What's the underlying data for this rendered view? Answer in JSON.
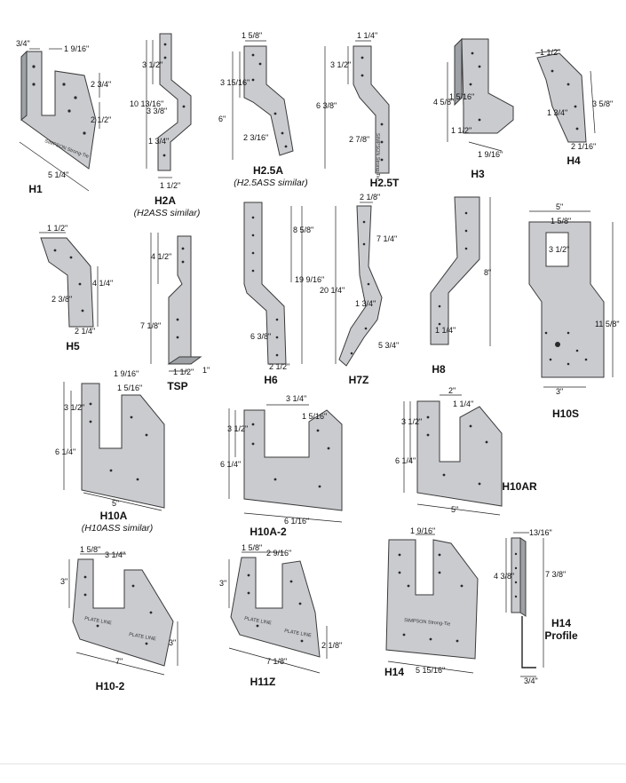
{
  "items": [
    {
      "id": "h1",
      "caption": "H1",
      "dims": [
        "3/4\"",
        "1 9/16\"",
        "2 3/4\"",
        "2 1/2\"",
        "5 1/4\""
      ],
      "stamp": "SIMPSON Strong-Tie"
    },
    {
      "id": "h2a",
      "caption": "H2A",
      "subcaption": "(H2ASS similar)",
      "dims": [
        "3 1/2\"",
        "10 13/16\"",
        "3 3/8\"",
        "1 3/4\"",
        "1 1/2\""
      ]
    },
    {
      "id": "h25a",
      "caption": "H2.5A",
      "subcaption": "(H2.5ASS similar)",
      "dims": [
        "1 5/8\"",
        "3 15/16\"",
        "6\"",
        "2 3/16\""
      ]
    },
    {
      "id": "h25t",
      "caption": "H2.5T",
      "dims": [
        "1 1/4\"",
        "3 1/2\"",
        "6 3/8\"",
        "2 7/8\""
      ],
      "stamp": "SIMPSON Strong-Tie"
    },
    {
      "id": "h3",
      "caption": "H3",
      "dims": [
        "1 5/16\"",
        "4 5/8\"",
        "1 1/2\"",
        "1 9/16\""
      ]
    },
    {
      "id": "h4",
      "caption": "H4",
      "dims": [
        "1 1/2\"",
        "3 5/8\"",
        "1 3/4\"",
        "2 1/16\""
      ]
    },
    {
      "id": "h5",
      "caption": "H5",
      "dims": [
        "1 1/2\"",
        "4 1/4\"",
        "2 3/8\"",
        "2 1/4\""
      ]
    },
    {
      "id": "tsp",
      "caption": "TSP",
      "dims": [
        "4 1/2\"",
        "7 1/8\"",
        "1 1/2\"",
        "1\""
      ]
    },
    {
      "id": "h6",
      "caption": "H6",
      "dims": [
        "8 5/8\"",
        "19 9/16\"",
        "6 3/8\"",
        "2 1/2\""
      ]
    },
    {
      "id": "h7z",
      "caption": "H7Z",
      "dims": [
        "2 1/8\"",
        "7 1/4\"",
        "20 1/4\"",
        "1 3/4\"",
        "5 3/4\""
      ]
    },
    {
      "id": "h8",
      "caption": "H8",
      "dims": [
        "8\"",
        "1 1/4\""
      ]
    },
    {
      "id": "h10s",
      "caption": "H10S",
      "dims": [
        "5\"",
        "1 5/8\"",
        "3 1/2\"",
        "11 5/8\"",
        "3\""
      ]
    },
    {
      "id": "h10a",
      "caption": "H10A",
      "subcaption": "(H10ASS similar)",
      "dims": [
        "1 9/16\"",
        "1 5/16\"",
        "3 1/2\"",
        "6 1/4\"",
        "5\""
      ]
    },
    {
      "id": "h10a2",
      "caption": "H10A-2",
      "dims": [
        "3 1/4\"",
        "1 5/16\"",
        "3 1/2\"",
        "6 1/4\"",
        "6 1/16\""
      ]
    },
    {
      "id": "h10ar",
      "caption": "H10AR",
      "dims": [
        "2\"",
        "1 1/4\"",
        "3 1/2\"",
        "6 1/4\"",
        "5\""
      ]
    },
    {
      "id": "h102",
      "caption": "H10-2",
      "dims": [
        "1 5/8\"",
        "3 1/4\"",
        "3\"",
        "3\"",
        "7\""
      ],
      "stamps": [
        "PLATE LINE",
        "PLATE LINE"
      ]
    },
    {
      "id": "h11z",
      "caption": "H11Z",
      "dims": [
        "1 5/8\"",
        "2 9/16\"",
        "3\"",
        "2 1/8\"",
        "7 1/8\""
      ],
      "stamps": [
        "PLATE LINE",
        "PLATE LINE"
      ]
    },
    {
      "id": "h14",
      "caption": "H14",
      "dims": [
        "1 9/16\"",
        "5 15/16\""
      ],
      "stamp": "SIMPSON Strong-Tie"
    },
    {
      "id": "h14p",
      "caption": "H14",
      "subcaption": "Profile",
      "dims": [
        "13/16\"",
        "4 3/8\"",
        "7 3/8\"",
        "3/4\""
      ]
    }
  ]
}
